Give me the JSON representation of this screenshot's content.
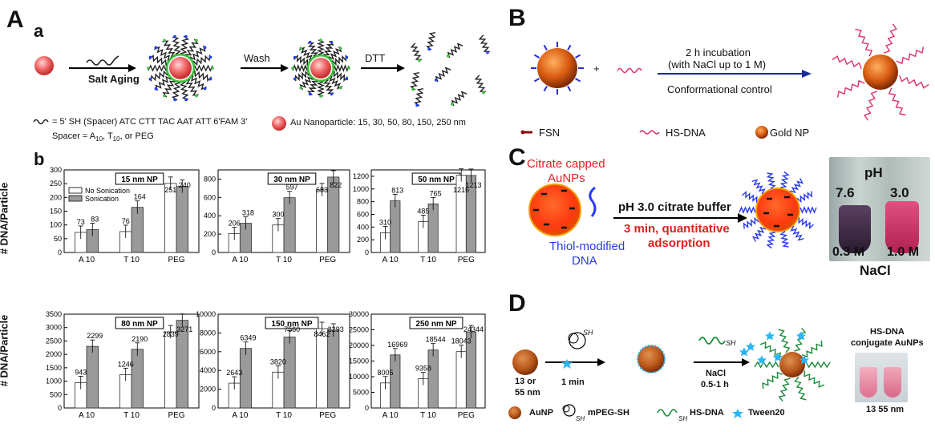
{
  "panels": {
    "A": {
      "letter": "A",
      "sub_a": "a",
      "sub_b": "b",
      "step1": "Salt Aging",
      "step2": "Wash",
      "step3": "DTT",
      "legend_dna": "= 5' SH (Spacer) ATC CTT TAC AAT ATT 6'FAM 3'",
      "legend_np": "Au Nanoparticle: 15, 30, 50, 80, 150, 250 nm",
      "spacer_prefix": "Spacer = A",
      "spacer_sub1": "10",
      "spacer_mid": ", T",
      "spacer_sub2": "10",
      "spacer_suffix": ", or PEG",
      "ylabel": "# DNA/Particle",
      "legend_nosonic": "No Sonication",
      "legend_sonic": "Sonication"
    },
    "B": {
      "letter": "B",
      "plus": "+",
      "incubation": "2 h incubation",
      "nacl": "(with NaCl up to 1 M)",
      "conformational": "Conformational control",
      "leg1": "FSN",
      "leg2": "HS-DNA",
      "leg3": "Gold NP"
    },
    "C": {
      "letter": "C",
      "citrate1": "Citrate capped",
      "citrate2": "AuNPs",
      "thiol1": "Thiol-modified",
      "thiol2": "DNA",
      "buffer": "pH 3.0 citrate buffer",
      "min1": "3 min, quantitative",
      "min2": "adsorption",
      "ph": "pH",
      "ph1": "7.6",
      "ph2": "3.0",
      "m1": "0.3 M",
      "m2": "1.0 M",
      "nacl": "NaCl"
    },
    "D": {
      "letter": "D",
      "size1": "13 or",
      "size2": "55 nm",
      "min1": "1 min",
      "sh1": "SH",
      "sh2": "SH",
      "nacl": "NaCl",
      "time": "0.5-1 h",
      "conj1": "HS-DNA",
      "conj2": "conjugate AuNPs",
      "sizes": "13  55  nm",
      "leg_aunp": "AuNP",
      "leg_mpeg": "mPEG-SH",
      "leg_dna": "HS-DNA",
      "leg_tween": "Tween20",
      "leg_sh1": "SH",
      "leg_sh2": "SH"
    }
  },
  "colors": {
    "gold_np": "#c8601a",
    "dna_red": "#e0306a",
    "dna_blue": "#2a2ad8",
    "accent_red": "#e02020",
    "tween": "#29b6f6",
    "arrow_navy": "#1b2a9a"
  },
  "chart_data": [
    {
      "type": "bar",
      "title": "15 nm NP",
      "categories": [
        "A 10",
        "T 10",
        "PEG"
      ],
      "series": [
        {
          "name": "No Sonication",
          "values": [
            73,
            76,
            251
          ]
        },
        {
          "name": "Sonication",
          "values": [
            83,
            164,
            240
          ]
        }
      ],
      "labels_nosonic": [
        "73",
        "76",
        "251"
      ],
      "labels_sonic": [
        "83",
        "164",
        "240"
      ],
      "ylim": [
        0,
        300
      ],
      "yticks": [
        "0",
        "50",
        "100",
        "150",
        "200",
        "250",
        "300"
      ],
      "ylabel": "# DNA/Particle"
    },
    {
      "type": "bar",
      "title": "30 nm NP",
      "categories": [
        "A 10",
        "T 10",
        "PEG"
      ],
      "series": [
        {
          "name": "No Sonication",
          "values": [
            206,
            300,
            683
          ]
        },
        {
          "name": "Sonication",
          "values": [
            318,
            597,
            822
          ]
        }
      ],
      "labels_nosonic": [
        "206",
        "300",
        "683"
      ],
      "labels_sonic": [
        "318",
        "597",
        "822"
      ],
      "ylim": [
        0,
        900
      ],
      "yticks": [
        "0",
        "200",
        "400",
        "600",
        "800"
      ]
    },
    {
      "type": "bar",
      "title": "50 nm NP",
      "categories": [
        "A 10",
        "T 10",
        "PEG"
      ],
      "series": [
        {
          "name": "No Sonication",
          "values": [
            310,
            485,
            1216
          ]
        },
        {
          "name": "Sonication",
          "values": [
            813,
            765,
            1213
          ]
        }
      ],
      "labels_nosonic": [
        "310",
        "485",
        "1216"
      ],
      "labels_sonic": [
        "813",
        "765",
        "1213"
      ],
      "ylim": [
        0,
        1300
      ],
      "yticks": [
        "0",
        "200",
        "400",
        "600",
        "800",
        "1000",
        "1200"
      ]
    },
    {
      "type": "bar",
      "title": "80 nm NP",
      "categories": [
        "A 10",
        "T 10",
        "PEG"
      ],
      "series": [
        {
          "name": "No Sonication",
          "values": [
            943,
            1246,
            2839
          ]
        },
        {
          "name": "Sonication",
          "values": [
            2299,
            2190,
            3271
          ]
        }
      ],
      "labels_nosonic": [
        "943",
        "1246",
        "2839"
      ],
      "labels_sonic": [
        "2299",
        "2190",
        "3271"
      ],
      "ylim": [
        0,
        3500
      ],
      "yticks": [
        "0",
        "500",
        "1000",
        "1500",
        "2000",
        "2500",
        "3000",
        "3500"
      ],
      "ylabel": "# DNA/Particle"
    },
    {
      "type": "bar",
      "title": "150 nm NP",
      "categories": [
        "A 10",
        "T 10",
        "PEG"
      ],
      "series": [
        {
          "name": "No Sonication",
          "values": [
            2643,
            3820,
            8462
          ]
        },
        {
          "name": "Sonication",
          "values": [
            6349,
            7560,
            8293
          ]
        }
      ],
      "labels_nosonic": [
        "2643",
        "3820",
        "8462"
      ],
      "labels_sonic": [
        "6349",
        "7560",
        "8293"
      ],
      "ylim": [
        0,
        10000
      ],
      "yticks": [
        "0",
        "2000",
        "4000",
        "6000",
        "8000",
        "10000"
      ]
    },
    {
      "type": "bar",
      "title": "250 nm NP",
      "categories": [
        "A 10",
        "T 10",
        "PEG"
      ],
      "series": [
        {
          "name": "No Sonication",
          "values": [
            8005,
            9358,
            18043
          ]
        },
        {
          "name": "Sonication",
          "values": [
            16969,
            18544,
            24344
          ]
        }
      ],
      "labels_nosonic": [
        "8005",
        "9358",
        "18043"
      ],
      "labels_sonic": [
        "16969",
        "18544",
        "24344"
      ],
      "ylim": [
        0,
        30000
      ],
      "yticks": [
        "0",
        "5000",
        "10000",
        "15000",
        "20000",
        "25000",
        "30000"
      ]
    }
  ]
}
